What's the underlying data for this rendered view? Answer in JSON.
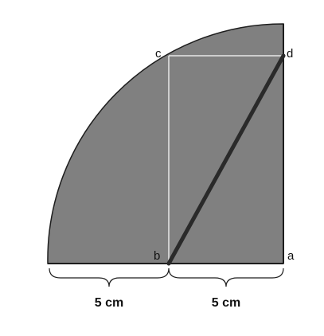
{
  "colors": {
    "sector_fill": "#808080",
    "outline": "#1e1e1e",
    "diagonal": "#2a2a2a",
    "inner_lines": "#e8e8e8",
    "background": "#ffffff"
  },
  "points": {
    "a": "a",
    "b": "b",
    "c": "c",
    "d": "d"
  },
  "measurements": {
    "left": "5 cm",
    "right": "5 cm"
  }
}
